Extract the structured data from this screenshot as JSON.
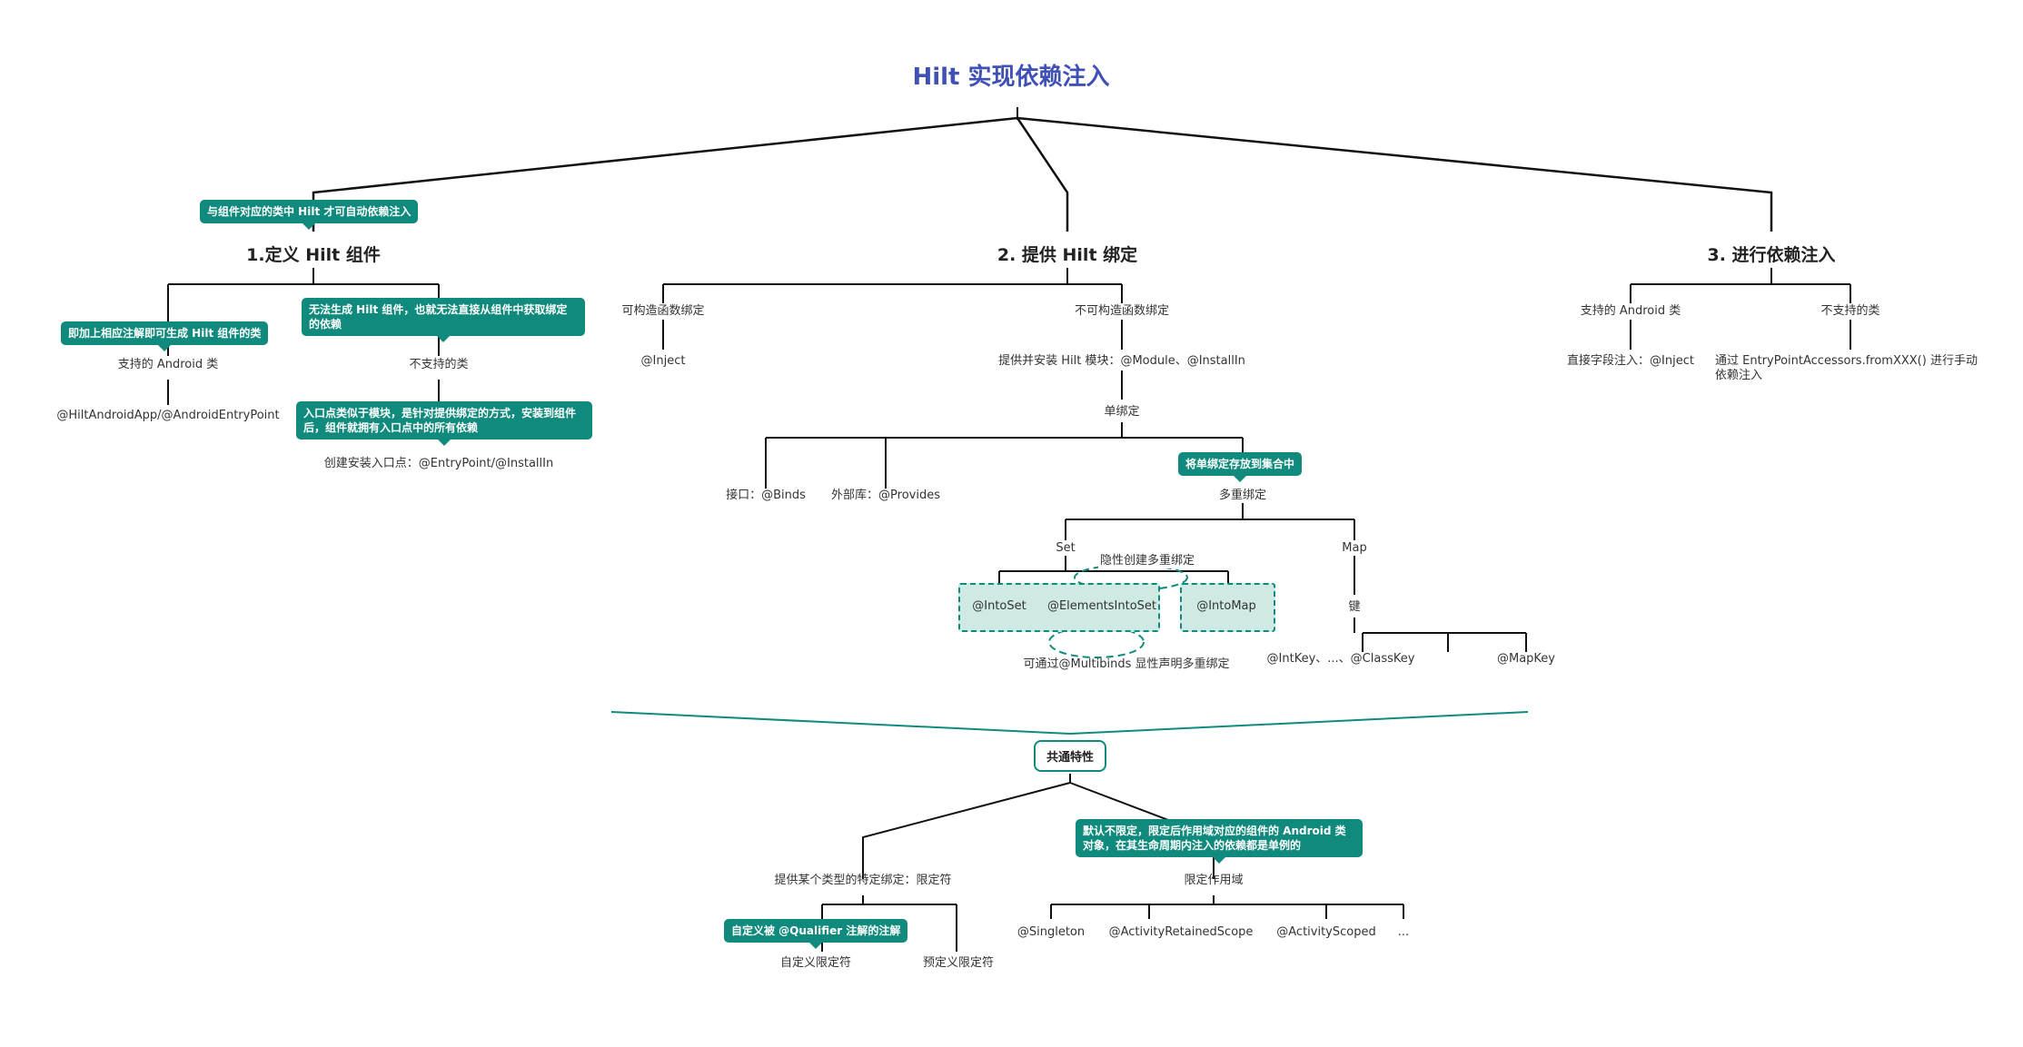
{
  "title": "Hilt 实现依赖注入",
  "sections": {
    "define": {
      "heading": "1.定义 Hilt 组件",
      "callout": "与组件对应的类中 Hilt 才可自动依赖注入",
      "supported": "支持的 Android 类",
      "supported_callout": "即加上相应注解即可生成 Hilt 组件的类",
      "supported_annotation": "@HiltAndroidApp/@AndroidEntryPoint",
      "unsupported": "不支持的类",
      "unsupported_callout": "无法生成 Hilt 组件，也就无法直接从组件中获取绑定的依赖",
      "entry_callout": "入口点类似于模块，是针对提供绑定的方式，安装到组件后，组件就拥有入口点中的所有依赖",
      "entry_point": "创建安装入口点：@EntryPoint/@InstallIn"
    },
    "provide": {
      "heading": "2. 提供 Hilt 绑定",
      "constructable": "可构造函数绑定",
      "inject": "@Inject",
      "non_constructable": "不可构造函数绑定",
      "module": "提供并安装 Hilt 模块：@Module、@InstallIn",
      "single": "单绑定",
      "binds": "接口：@Binds",
      "provides": "外部库：@Provides",
      "multi_callout": "将单绑定存放到集合中",
      "multi": "多重绑定",
      "set": "Set",
      "map": "Map",
      "implicit": "隐性创建多重绑定",
      "into_set": "@IntoSet",
      "elements_into_set": "@ElementsIntoSet",
      "into_map": "@IntoMap",
      "key": "键",
      "key_annotations": "@IntKey、...、@ClassKey",
      "map_key": "@MapKey",
      "multibinds": "可通过@Multibinds 显性声明多重绑定"
    },
    "inject": {
      "heading": "3. 进行依赖注入",
      "supported": "支持的 Android 类",
      "field": "直接字段注入：@Inject",
      "unsupported": "不支持的类",
      "entry_accessors": "通过 EntryPointAccessors.fromXXX() 进行手动依赖注入"
    }
  },
  "common": {
    "label": "共通特性",
    "qualifier_branch": "提供某个类型的特定绑定：限定符",
    "qualifier_callout": "自定义被 @Qualifier 注解的注解",
    "custom": "自定义限定符",
    "predefined": "预定义限定符",
    "scope_callout": "默认不限定，限定后作用域对应的组件的 Android 类对象，在其生命周期内注入的依赖都是单例的",
    "scope": "限定作用域",
    "scopes": [
      "@Singleton",
      "@ActivityRetainedScope",
      "@ActivityScoped",
      "..."
    ]
  },
  "colors": {
    "accent": "#0f8a7c",
    "title": "#3f51b5",
    "box_fill": "#cfe9e5"
  }
}
